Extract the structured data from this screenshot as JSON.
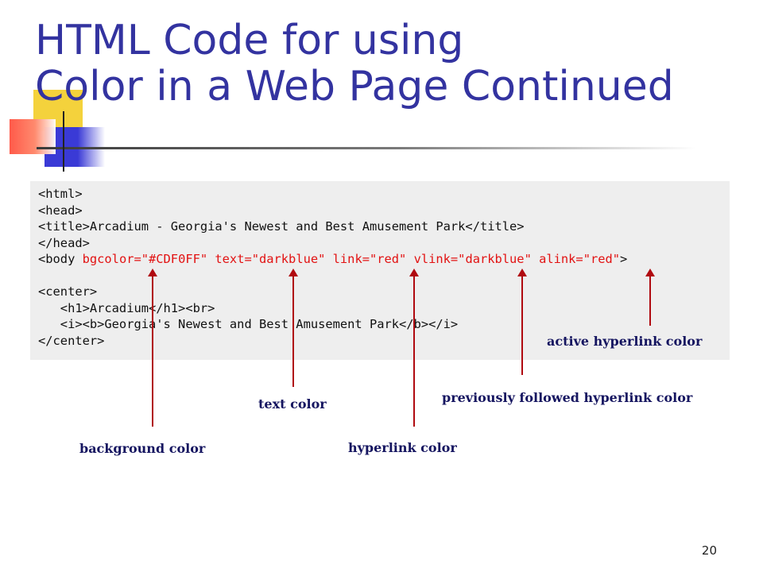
{
  "slide": {
    "title_line1": "HTML Code for using",
    "title_line2": "Color in a Web Page Continued",
    "page_number": "20"
  },
  "code": {
    "line1": "<html>",
    "line2": "<head>",
    "line3": "<title>Arcadium - Georgia's Newest and Best Amusement Park</title>",
    "line4": "</head>",
    "line5_prefix": "<body ",
    "line5_attrs": "bgcolor=\"#CDF0FF\" text=\"darkblue\" link=\"red\" vlink=\"darkblue\" alink=\"red\"",
    "line5_suffix": ">",
    "line6": "",
    "line7": "<center>",
    "line8": "   <h1>Arcadium</h1><br>",
    "line9": "   <i><b>Georgia's Newest and Best Amusement Park</b></i>",
    "line10": "</center>"
  },
  "annotations": {
    "background": "background color",
    "text": "text color",
    "hyperlink": "hyperlink color",
    "visited": "previously followed hyperlink color",
    "active": "active hyperlink color"
  },
  "colors": {
    "title": "#3333a0",
    "code_attributes": "#e21212",
    "arrows": "#b00a10",
    "labels": "#151560",
    "code_background": "#eeeeee"
  }
}
